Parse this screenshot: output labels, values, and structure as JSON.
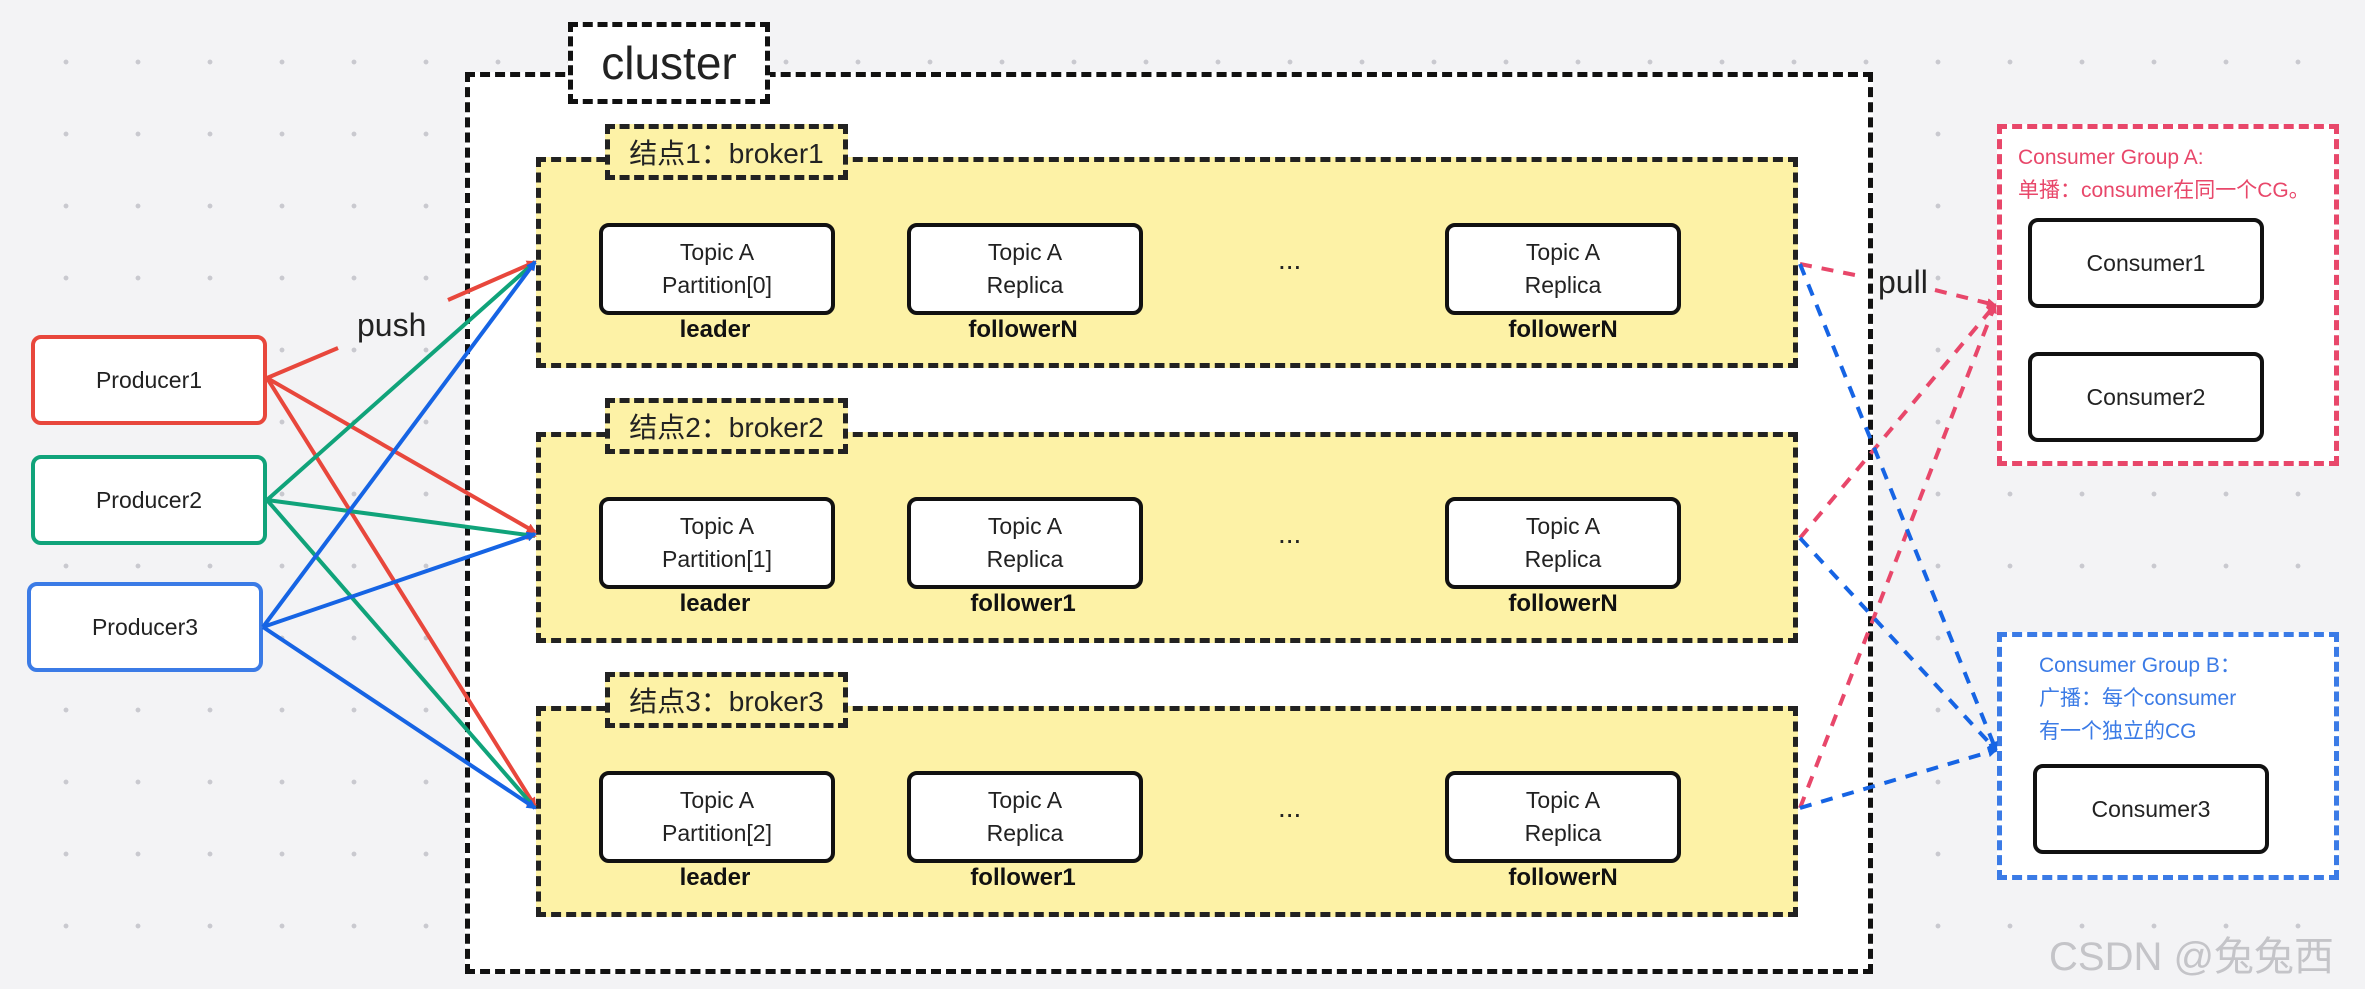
{
  "cluster": {
    "title": "cluster"
  },
  "brokers": [
    {
      "label": "结点1：broker1",
      "nodes": [
        {
          "line1": "Topic A",
          "line2": "Partition[0]",
          "role": "leader"
        },
        {
          "line1": "Topic A",
          "line2": "Replica",
          "role": "followerN"
        },
        {
          "line1": "Topic A",
          "line2": "Replica",
          "role": "followerN"
        }
      ]
    },
    {
      "label": "结点2：broker2",
      "nodes": [
        {
          "line1": "Topic A",
          "line2": "Partition[1]",
          "role": "leader"
        },
        {
          "line1": "Topic A",
          "line2": "Replica",
          "role": "follower1"
        },
        {
          "line1": "Topic A",
          "line2": "Replica",
          "role": "followerN"
        }
      ]
    },
    {
      "label": "结点3：broker3",
      "nodes": [
        {
          "line1": "Topic A",
          "line2": "Partition[2]",
          "role": "leader"
        },
        {
          "line1": "Topic A",
          "line2": "Replica",
          "role": "follower1"
        },
        {
          "line1": "Topic A",
          "line2": "Replica",
          "role": "followerN"
        }
      ]
    }
  ],
  "ellipsis": "...",
  "producers": [
    {
      "name": "Producer1",
      "color": "#e8473c"
    },
    {
      "name": "Producer2",
      "color": "#10a37a"
    },
    {
      "name": "Producer3",
      "color": "#3b7be6"
    }
  ],
  "edge_labels": {
    "push": "push",
    "pull": "pull"
  },
  "consumer_groups": {
    "a": {
      "line1": "Consumer Group A:",
      "line2": "单播：consumer在同一个CG。",
      "color": "#e8476a",
      "consumers": [
        "Consumer1",
        "Consumer2"
      ]
    },
    "b": {
      "line1": "Consumer Group B：",
      "line2": "广播：每个consumer",
      "line3": "有一个独立的CG",
      "color": "#3b7be6",
      "consumers": [
        "Consumer3"
      ]
    }
  },
  "watermark": "CSDN @兔兔西"
}
